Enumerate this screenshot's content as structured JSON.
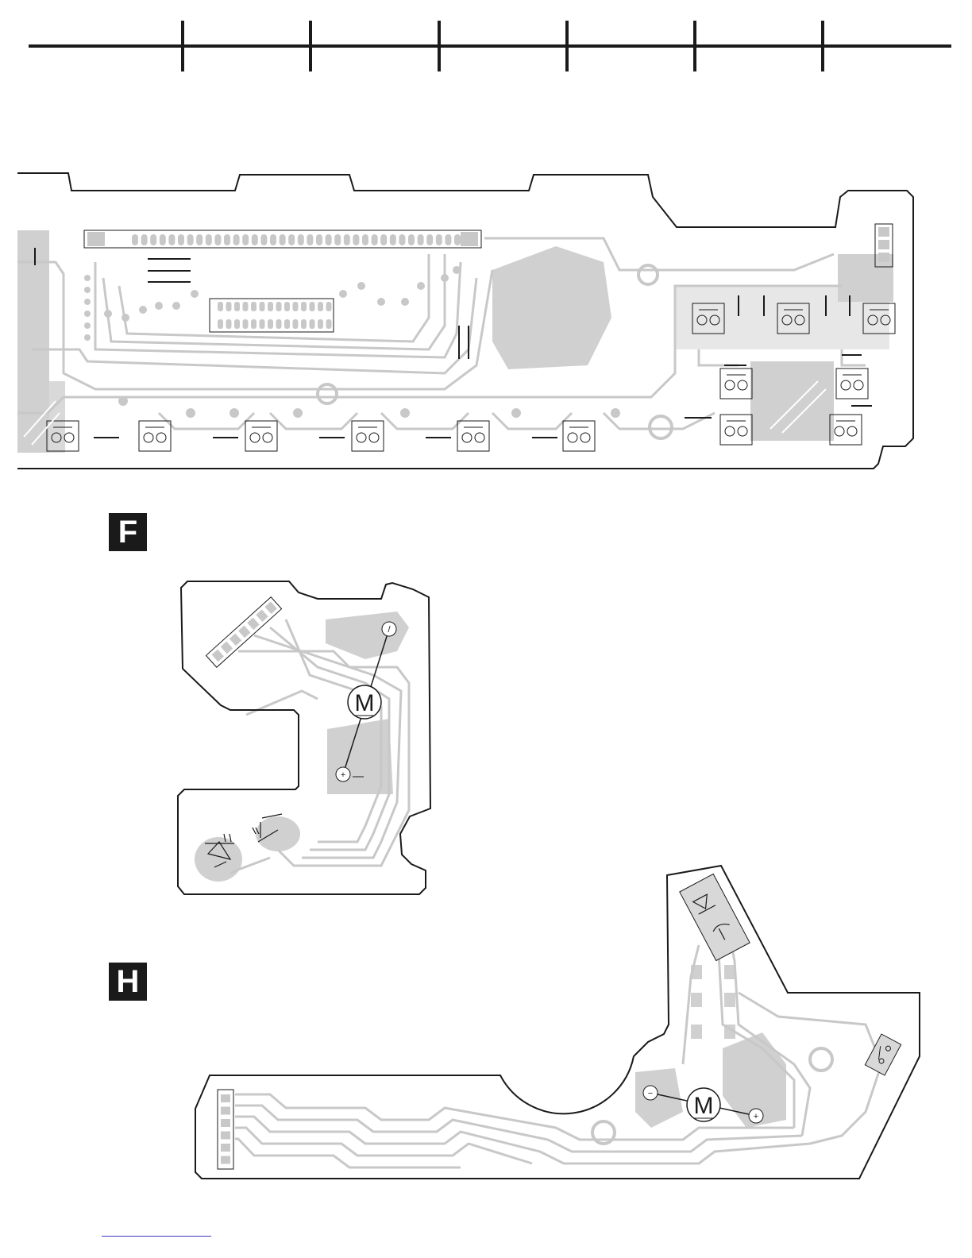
{
  "sections": [
    {
      "id": "F",
      "label": "F"
    },
    {
      "id": "H",
      "label": "H"
    }
  ],
  "components": {
    "motor_f": {
      "symbol": "M"
    },
    "motor_h": {
      "symbol": "M"
    }
  },
  "colors": {
    "trace": "#c8c8c8",
    "outline": "#1a1a1a",
    "label_bg": "#1a1a1a",
    "label_fg": "#ffffff",
    "link": "#3a3ac0"
  }
}
